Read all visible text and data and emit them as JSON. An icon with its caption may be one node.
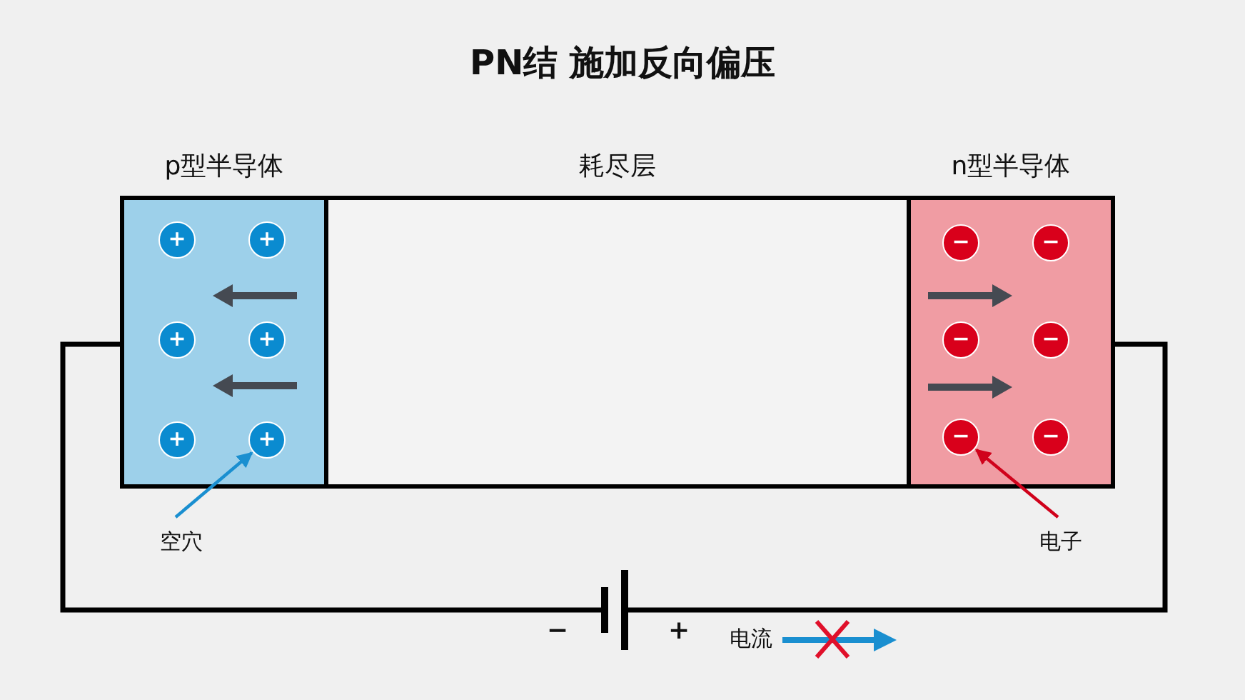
{
  "diagram": {
    "title": "PN结 施加反向偏压",
    "nodes": [
      {
        "text": [
          "p型半导体"
        ]
      },
      {
        "text": [
          "+"
        ],
        "in": 0
      },
      {
        "text": [
          "+"
        ],
        "in": 0
      },
      {
        "text": [
          "+"
        ],
        "in": 0
      },
      {
        "text": [
          "+"
        ],
        "in": 0
      },
      {
        "text": [
          "+"
        ],
        "in": 0
      },
      {
        "text": [
          "+"
        ],
        "in": 0
      },
      {
        "text": [
          "耗尽层"
        ]
      },
      {
        "text": [
          "n型半导体"
        ]
      },
      {
        "text": [
          "−"
        ],
        "in": 8
      },
      {
        "text": [
          "−"
        ],
        "in": 8
      },
      {
        "text": [
          "−"
        ],
        "in": 8
      },
      {
        "text": [
          "−"
        ],
        "in": 8
      },
      {
        "text": [
          "−"
        ],
        "in": 8
      },
      {
        "text": [
          "−"
        ],
        "in": 8
      },
      {
        "text": [
          "空穴"
        ]
      },
      {
        "text": [
          "电子"
        ]
      },
      {
        "text": [],
        "shape": "battery",
        "beside": [
          "−",
          "+"
        ]
      }
    ],
    "edges": [
      {
        "from": 0,
        "to": 17,
        "arrow": "none"
      },
      {
        "from": 17,
        "to": 8,
        "arrow": "none"
      },
      {
        "from": 15,
        "to": 6,
        "arrow": "to",
        "color": "#1a8fd0"
      },
      {
        "from": 16,
        "to": 13,
        "arrow": "to",
        "color": "#d0021b"
      }
    ],
    "labels": [
      "电流"
    ]
  }
}
